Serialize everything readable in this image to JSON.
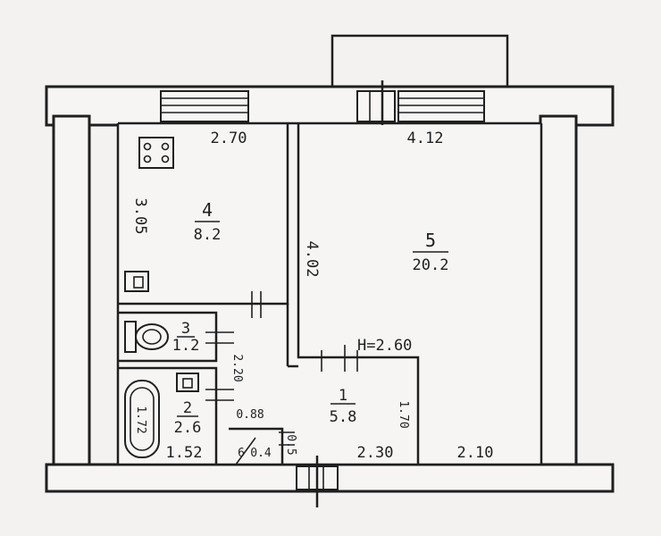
{
  "plan": {
    "height_note": "H=2.60",
    "rooms": [
      {
        "number": "1",
        "area": "5.8"
      },
      {
        "number": "2",
        "area": "2.6"
      },
      {
        "number": "3",
        "area": "1.2"
      },
      {
        "number": "4",
        "area": "8.2"
      },
      {
        "number": "5",
        "area": "20.2"
      },
      {
        "number": "6",
        "area": "0.4"
      }
    ],
    "dimensions": {
      "kitchen_width": "2.70",
      "kitchen_depth": "3.05",
      "living_width": "4.12",
      "living_depth": "4.02",
      "hall_depth": "2.20",
      "bath_width": "1.52",
      "hall_width": "2.30",
      "hall_right": "2.10",
      "hall_side": "1.70",
      "closet_width": "0.88",
      "closet_depth": "0.5",
      "tub_length": "1.72"
    }
  }
}
